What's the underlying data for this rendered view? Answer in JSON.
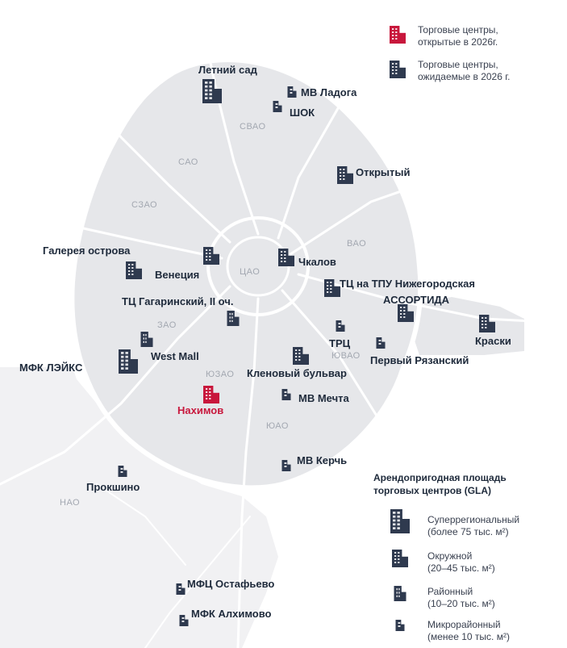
{
  "colors": {
    "opened_marker": "#c8173c",
    "expected_marker": "#2f3a4f",
    "road": "#ffffff",
    "region_inside": "#e6e7ea",
    "region_outside": "#f1f1f3",
    "district_label": "#a3a8b1"
  },
  "legend": {
    "opened": "Торговые центры,\nоткрытые в 2026г.",
    "expected": "Торговые центры,\nожидаемые в 2026 г.",
    "gla_title": "Арендопригодная площадь\nторговых центров (GLA)",
    "sizes": [
      {
        "size": "superregional",
        "text": "Суперрегиональный\n(более 75 тыс. м²)"
      },
      {
        "size": "district",
        "text": "Окружной\n(20–45 тыс. м²)"
      },
      {
        "size": "neighborhood",
        "text": "Районный\n(10–20 тыс. м²)"
      },
      {
        "size": "micro",
        "text": "Микрорайонный\n(менее 10 тыс. м²)"
      }
    ]
  },
  "districts": [
    "СВАО",
    "САО",
    "СЗАО",
    "ВАО",
    "ЦАО",
    "ЗАО",
    "ЮВАО",
    "ЮЗАО",
    "ЮАО",
    "НАО"
  ],
  "malls": [
    {
      "name": "Летний сад",
      "size": "superregional",
      "status": "expected"
    },
    {
      "name": "МВ Ладога",
      "size": "micro",
      "status": "expected"
    },
    {
      "name": "ШОК",
      "size": "micro",
      "status": "expected"
    },
    {
      "name": "Открытый",
      "size": "district",
      "status": "expected"
    },
    {
      "name": "Галерея острова",
      "size": "district",
      "status": "expected"
    },
    {
      "name": "Венеция",
      "size": "district",
      "status": "expected"
    },
    {
      "name": "Чкалов",
      "size": "district",
      "status": "expected"
    },
    {
      "name": "ТЦ на ТПУ Нижегородская",
      "size": "district",
      "status": "expected"
    },
    {
      "name": "АССОРТИДА",
      "size": "district",
      "status": "expected"
    },
    {
      "name": "ТЦ Гагаринский, II оч.",
      "size": "neighborhood",
      "status": "expected"
    },
    {
      "name": "Краски",
      "size": "district",
      "status": "expected"
    },
    {
      "name": "ТРЦ",
      "size": "micro",
      "status": "expected"
    },
    {
      "name": "Первый Рязанский",
      "size": "micro",
      "status": "expected"
    },
    {
      "name": "МФК ЛЭЙКС",
      "size": "superregional",
      "status": "expected"
    },
    {
      "name": "West Mall",
      "size": "neighborhood",
      "status": "expected"
    },
    {
      "name": "Кленовый бульвар",
      "size": "district",
      "status": "expected"
    },
    {
      "name": "Нахимов",
      "size": "district",
      "status": "opened"
    },
    {
      "name": "МВ Мечта",
      "size": "micro",
      "status": "expected"
    },
    {
      "name": "МВ Керчь",
      "size": "micro",
      "status": "expected"
    },
    {
      "name": "Прокшино",
      "size": "micro",
      "status": "expected"
    },
    {
      "name": "МФЦ Остафьево",
      "size": "micro",
      "status": "expected"
    },
    {
      "name": "МФК Алхимово",
      "size": "micro",
      "status": "expected"
    }
  ]
}
